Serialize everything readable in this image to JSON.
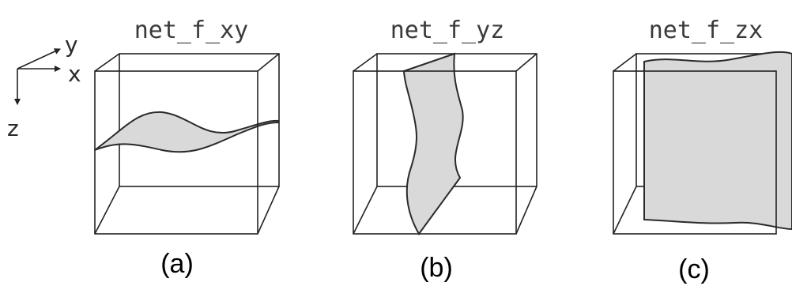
{
  "axes_legend": {
    "labels": [
      "y",
      "x",
      "z"
    ]
  },
  "panels": [
    {
      "title": "net_f_xy",
      "caption": "(a)"
    },
    {
      "title": "net_f_yz",
      "caption": "(b)"
    },
    {
      "title": "net_f_zx",
      "caption": "(c)"
    }
  ],
  "colors": {
    "surface_fill": "#d9d9d9",
    "edge": "#222222"
  }
}
